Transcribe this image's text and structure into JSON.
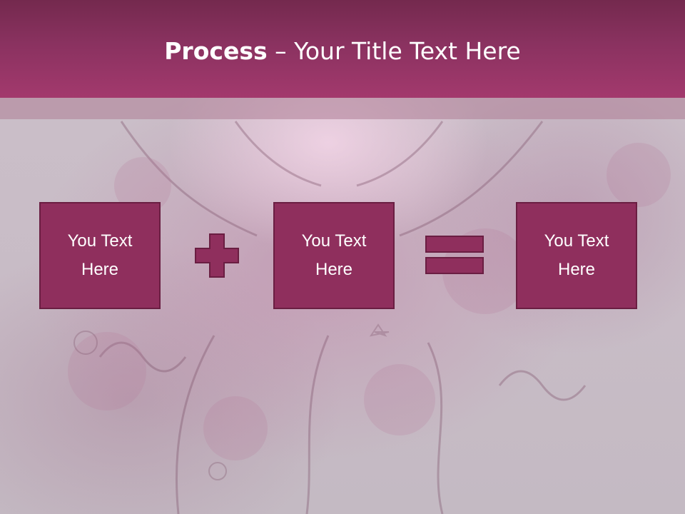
{
  "slide": {
    "title_bold": "Process",
    "title_rest": " – Your Title Text Here"
  },
  "process": {
    "boxes": [
      {
        "text": "You Text Here"
      },
      {
        "text": "You Text Here"
      },
      {
        "text": "You Text Here"
      }
    ],
    "operator_1": "plus-icon",
    "operator_2": "equals-icon"
  },
  "colors": {
    "header": "#8a3260",
    "box_fill": "#8f2f5d",
    "box_border": "#6a1e42",
    "background": "#c5b9c3"
  }
}
